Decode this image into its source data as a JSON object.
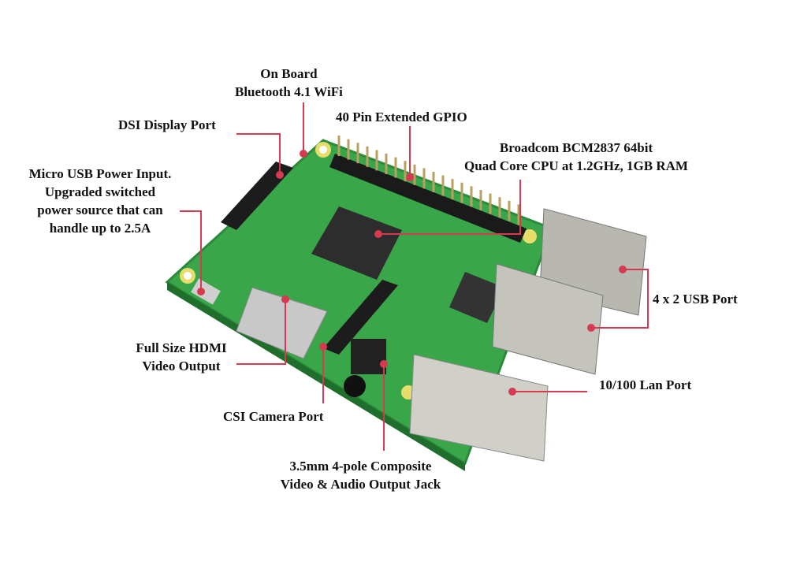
{
  "labels": {
    "bluetooth": [
      "On Board",
      "Bluetooth 4.1 WiFi"
    ],
    "dsi": "DSI Display Port",
    "gpio": "40 Pin Extended GPIO",
    "cpu": [
      "Broadcom BCM2837 64bit",
      "Quad Core CPU at 1.2GHz, 1GB RAM"
    ],
    "power": [
      "Micro USB Power Input.",
      "Upgraded switched",
      "power source that can",
      "handle up to 2.5A"
    ],
    "usb": "4 x 2 USB Port",
    "lan": "10/100 Lan Port",
    "hdmi": [
      "Full Size HDMI",
      "Video Output"
    ],
    "csi": "CSI Camera Port",
    "audio": [
      "3.5mm 4-pole Composite",
      "Video & Audio Output Jack"
    ]
  },
  "colors": {
    "leader": "#d63a50",
    "board": "#3aa64a",
    "text": "#111111"
  }
}
